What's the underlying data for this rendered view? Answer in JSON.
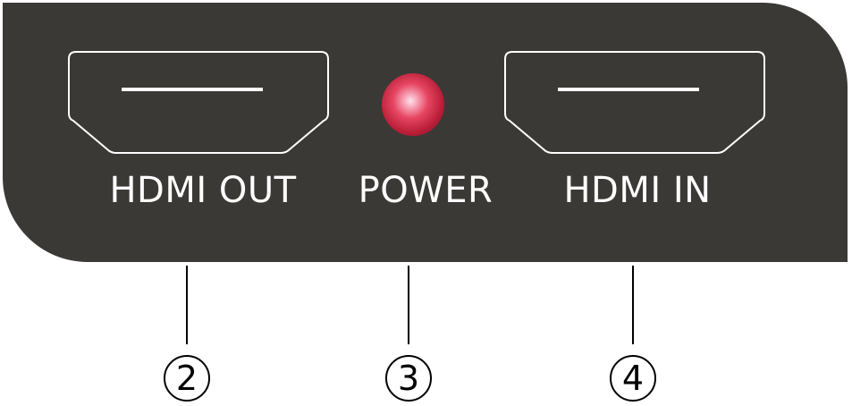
{
  "device": {
    "body_color": "#3b3936",
    "ports": {
      "hdmi_out": {
        "label": "HDMI OUT",
        "icon": "hdmi-port-icon"
      },
      "hdmi_in": {
        "label": "HDMI IN",
        "icon": "hdmi-port-icon"
      }
    },
    "power": {
      "label": "POWER",
      "led_color": "#e23a55"
    }
  },
  "callouts": {
    "hdmi_out": "2",
    "power": "3",
    "hdmi_in": "4"
  }
}
